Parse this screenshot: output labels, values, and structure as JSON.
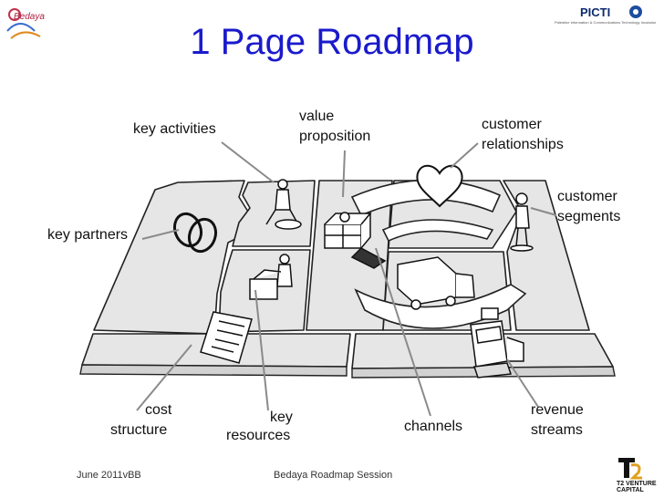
{
  "slide": {
    "title": "1 Page Roadmap",
    "footer_left": "June 2011vBB",
    "footer_center": "Bedaya Roadmap Session"
  },
  "logos": {
    "left": "Bedaya",
    "right": "PICTI",
    "right_subtitle": "Palestine Information & Communications Technology Incubator",
    "bottom_right": "T2 VENTURE CAPITAL"
  },
  "labels": {
    "key_activities": "key activities",
    "value_proposition_1": "value",
    "value_proposition_2": "proposition",
    "customer_relationships_1": "customer",
    "customer_relationships_2": "relationships",
    "customer_segments_1": "customer",
    "customer_segments_2": "segments",
    "key_partners": "key partners",
    "cost_structure_1": "cost",
    "cost_structure_2": "structure",
    "key_resources_1": "key",
    "key_resources_2": "resources",
    "channels": "channels",
    "revenue_streams_1": "revenue",
    "revenue_streams_2": "streams"
  },
  "colors": {
    "title": "#1a1acc",
    "board_fill": "#e6e6e6",
    "board_stroke": "#222222",
    "leader_line": "#8a8a8a"
  }
}
